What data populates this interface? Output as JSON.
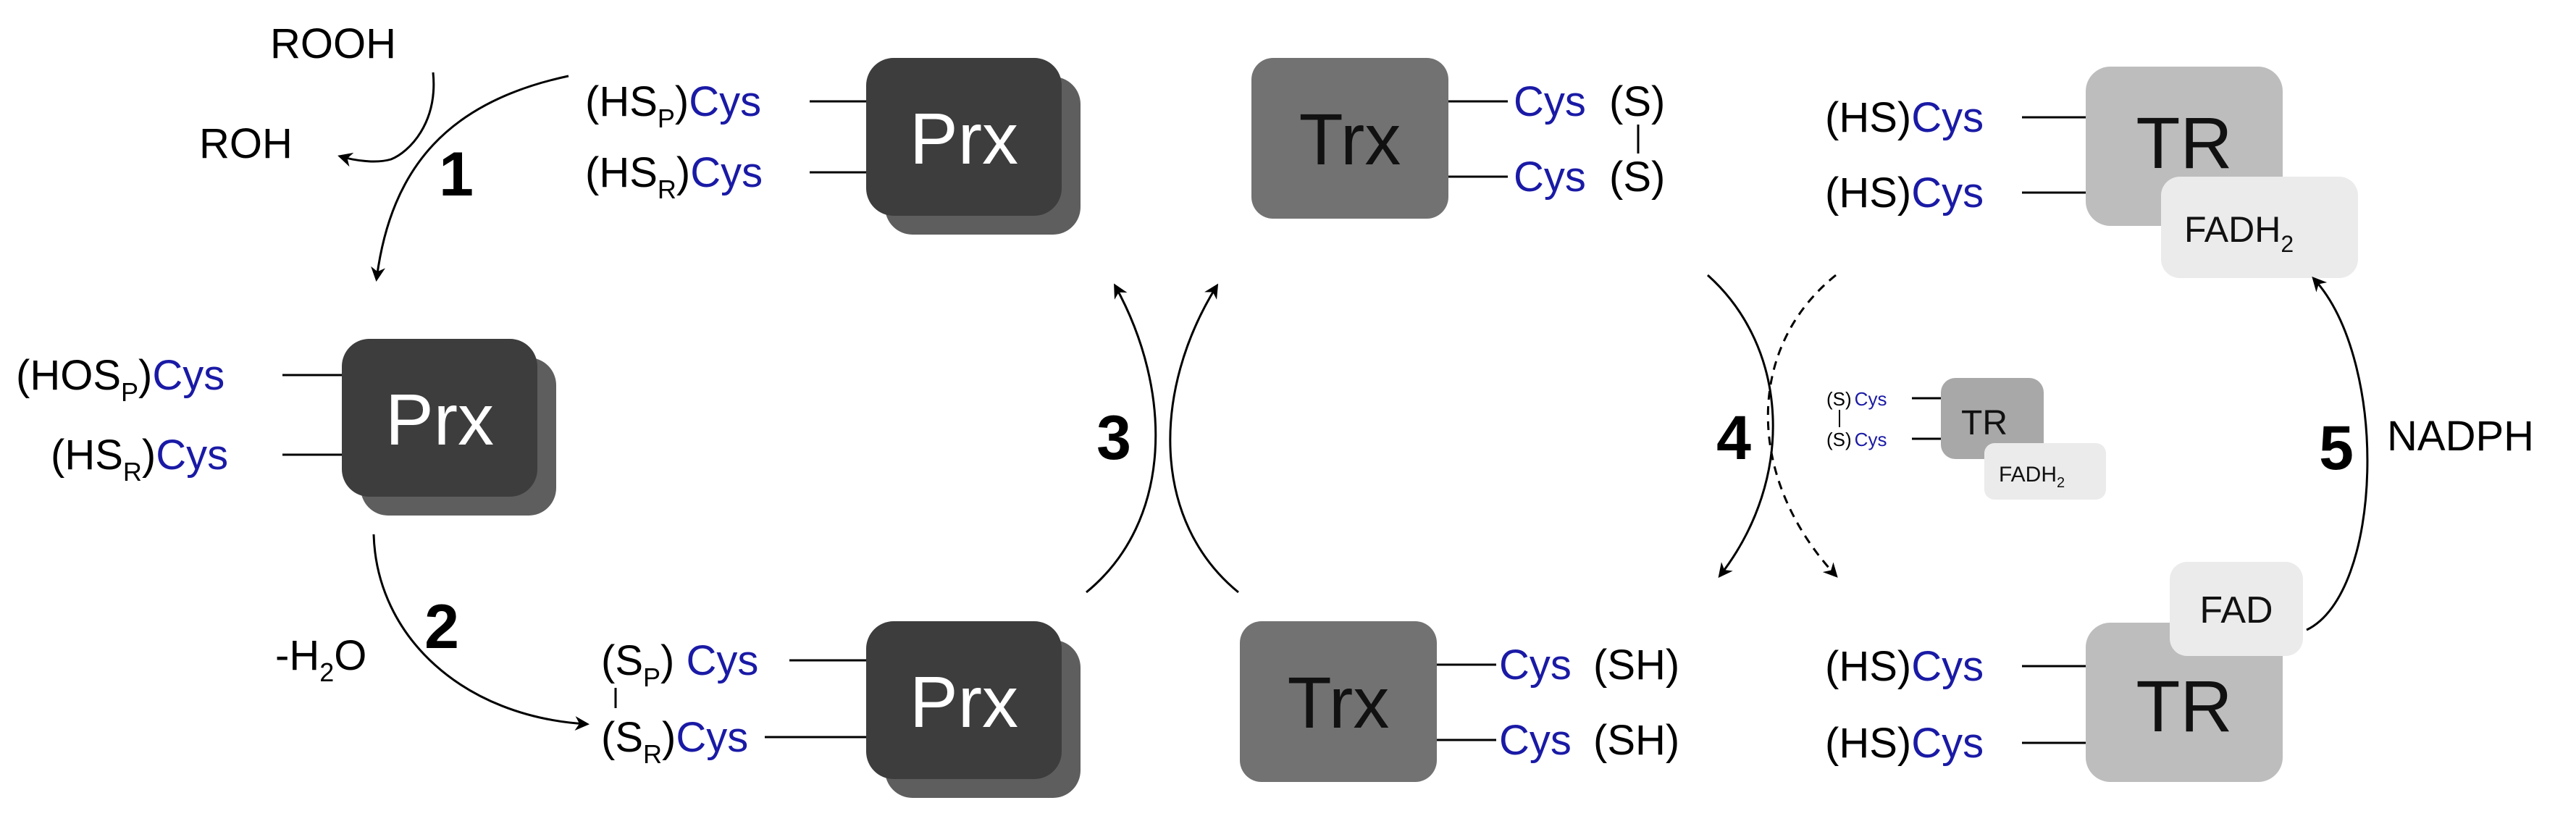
{
  "prx": {
    "label": "Prx",
    "top_state": {
      "group_p": "(HS",
      "sub_p": "P",
      "group_r": "(HS",
      "sub_r": "R",
      "close": ")"
    },
    "mid_state": {
      "group_p": "(HOS",
      "sub_p": "P",
      "group_r": "(HS",
      "sub_r": "R",
      "close": ")"
    },
    "bottom_state": {
      "group_p": "(S",
      "sub_p": "P",
      "group_r": "(S",
      "sub_r": "R",
      "close_p": ") ",
      "close_r": ")"
    }
  },
  "trx": {
    "label": "Trx",
    "oxidized": {
      "s1": "(S)",
      "s2": "(S)"
    },
    "reduced": {
      "sh1": "(SH)",
      "sh2": "(SH)"
    }
  },
  "tr": {
    "label": "TR",
    "hs": "(HS)",
    "fadh2": "FADH",
    "fadh2_sub": "2",
    "fad": "FAD",
    "intermediate": {
      "s1": "(S)",
      "s2": "(S)",
      "label": "TR",
      "fadh2": "FADH",
      "fadh2_sub": "2"
    }
  },
  "cys": "Cys",
  "reagents": {
    "rooh": "ROOH",
    "roh": "ROH",
    "water_pre": "-H",
    "water_sub": "2",
    "water_post": "O",
    "nadph": "NADPH"
  },
  "steps": {
    "s1": "1",
    "s2": "2",
    "s3": "3",
    "s4": "4",
    "s5": "5"
  },
  "colors": {
    "prx_box": "#3d3d3d",
    "prx_shadow": "#5e5e5e",
    "trx_box": "#727272",
    "tr_box": "#bdbdbd",
    "fad_box": "#ebebeb",
    "cys_text": "#1a1aa6"
  }
}
